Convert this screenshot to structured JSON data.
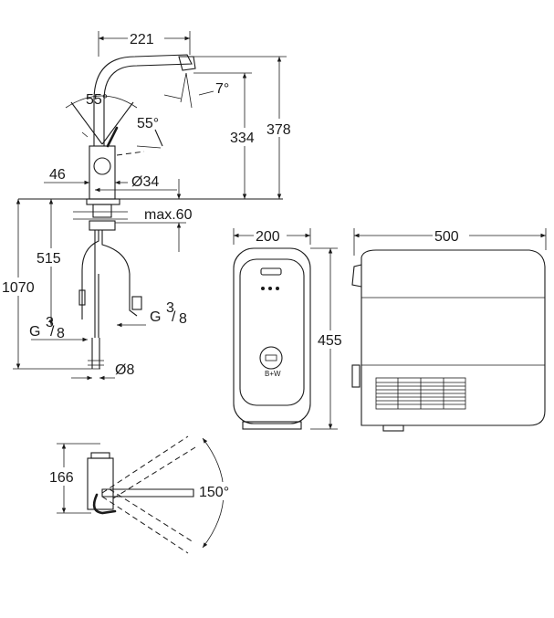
{
  "dimensions": {
    "spout_reach": "221",
    "swivel_angle_left": "55°",
    "swivel_angle_right": "55°",
    "outlet_angle": "7°",
    "outlet_height": "334",
    "total_height": "378",
    "body_offset": "46",
    "hole_diameter": "Ø34",
    "max_deck": "max.60",
    "hose_length": "515",
    "total_length": "1070",
    "connection_left": "G",
    "connection_right": "G",
    "thread_num": "3",
    "thread_den": "8",
    "pipe_diameter": "Ø8",
    "chiller_width": "200",
    "chiller_height": "455",
    "chiller_depth": "500",
    "lever_height": "166",
    "rotation_angle": "150°",
    "badge_text": "B+W"
  }
}
